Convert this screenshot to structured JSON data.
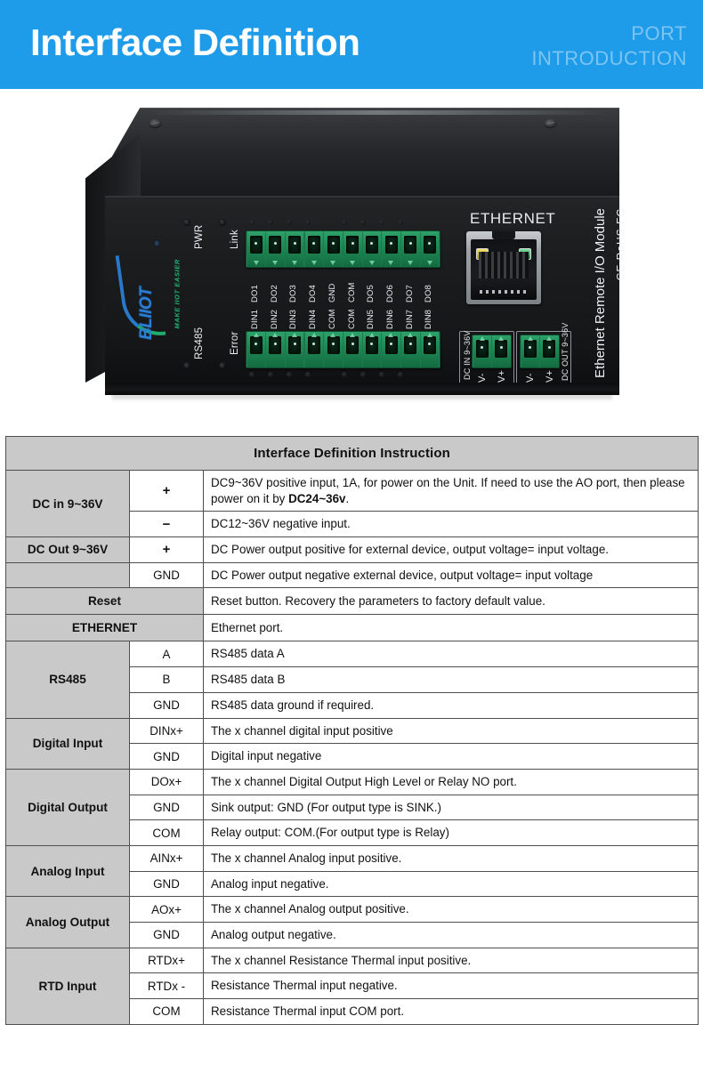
{
  "banner": {
    "title": "Interface Definition",
    "subtitle_line1": "PORT",
    "subtitle_line2": "INTRODUCTION",
    "background_color": "#1e9be9"
  },
  "device": {
    "brand": "BLIIOT",
    "brand_tagline": "MAKE IIOT EASIER",
    "side_title": "Ethernet Remote I/O Module",
    "certifications": "CE RoHS FC",
    "ethernet_label": "ETHERNET",
    "leds": [
      {
        "label": "PWR"
      },
      {
        "label": "Link"
      },
      {
        "label": "RS485"
      },
      {
        "label": "Error"
      }
    ],
    "top_row_labels": [
      "DO1",
      "DO2",
      "DO3",
      "DO4",
      "GND",
      "COM",
      "DO5",
      "DO6",
      "DO7",
      "DO8"
    ],
    "bottom_row_labels": [
      "DIN1",
      "DIN2",
      "DIN3",
      "DIN4",
      "COM",
      "COM",
      "DIN5",
      "DIN6",
      "DIN7",
      "DIN8"
    ],
    "dc_in": {
      "caption": "DC IN  9~36V",
      "pins": [
        "V-",
        "V+"
      ]
    },
    "dc_out": {
      "caption": "DC OUT 9~36V",
      "pins": [
        "V-",
        "V+"
      ]
    }
  },
  "table": {
    "title": "Interface Definition Instruction",
    "rows": [
      {
        "group": "DC in 9~36V",
        "group_rowspan": 2,
        "pin": "+",
        "pin_symbol": true,
        "desc_html": "DC9~36V positive input, 1A, for power on the Unit. If need to use the AO port, then please power on it by <b>DC24~36v</b>."
      },
      {
        "group": null,
        "pin": "−",
        "pin_symbol": true,
        "desc_html": "DC12~36V negative input."
      },
      {
        "group": "DC Out 9~36V",
        "group_rowspan": 1,
        "pin": "+",
        "pin_symbol": true,
        "desc_html": "DC Power output positive for external device, output voltage= input voltage."
      },
      {
        "group": "",
        "group_rowspan": 1,
        "pin": "GND",
        "pin_symbol": false,
        "desc_html": "DC Power output negative external device, output voltage= input voltage"
      },
      {
        "merged": true,
        "group": "Reset",
        "desc_html": "Reset button. Recovery the parameters to factory default value."
      },
      {
        "merged": true,
        "group": "ETHERNET",
        "desc_html": "Ethernet port."
      },
      {
        "group": "RS485",
        "group_rowspan": 3,
        "pin": "A",
        "pin_symbol": false,
        "desc_html": "RS485 data A"
      },
      {
        "group": null,
        "pin": "B",
        "pin_symbol": false,
        "desc_html": "RS485 data B"
      },
      {
        "group": null,
        "pin": "GND",
        "pin_symbol": false,
        "desc_html": "RS485 data ground if required."
      },
      {
        "group": "Digital Input",
        "group_rowspan": 2,
        "pin": "DINx+",
        "pin_symbol": false,
        "desc_html": "The x channel digital input positive"
      },
      {
        "group": null,
        "pin": "GND",
        "pin_symbol": false,
        "desc_html": "Digital input negative"
      },
      {
        "group": "Digital Output",
        "group_rowspan": 3,
        "pin": "DOx+",
        "pin_symbol": false,
        "desc_html": "The x channel Digital Output High Level or Relay NO port."
      },
      {
        "group": null,
        "pin": "GND",
        "pin_symbol": false,
        "desc_html": "Sink output: GND (For output type is SINK.)"
      },
      {
        "group": null,
        "pin": "COM",
        "pin_symbol": false,
        "desc_html": "Relay output: COM.(For output type is Relay)"
      },
      {
        "group": "Analog Input",
        "group_rowspan": 2,
        "pin": "AINx+",
        "pin_symbol": false,
        "desc_html": "The x channel Analog input positive."
      },
      {
        "group": null,
        "pin": "GND",
        "pin_symbol": false,
        "desc_html": "Analog input negative."
      },
      {
        "group": "Analog Output",
        "group_rowspan": 2,
        "pin": "AOx+",
        "pin_symbol": false,
        "desc_html": "The x channel Analog output positive."
      },
      {
        "group": null,
        "pin": "GND",
        "pin_symbol": false,
        "desc_html": "Analog output negative."
      },
      {
        "group": "RTD Input",
        "group_rowspan": 3,
        "pin": "RTDx+",
        "pin_symbol": false,
        "desc_html": "The x channel Resistance Thermal input positive."
      },
      {
        "group": null,
        "pin": "RTDx -",
        "pin_symbol": false,
        "desc_html": "Resistance Thermal input negative."
      },
      {
        "group": null,
        "pin": "COM",
        "pin_symbol": false,
        "desc_html": "Resistance Thermal input COM port."
      }
    ]
  }
}
